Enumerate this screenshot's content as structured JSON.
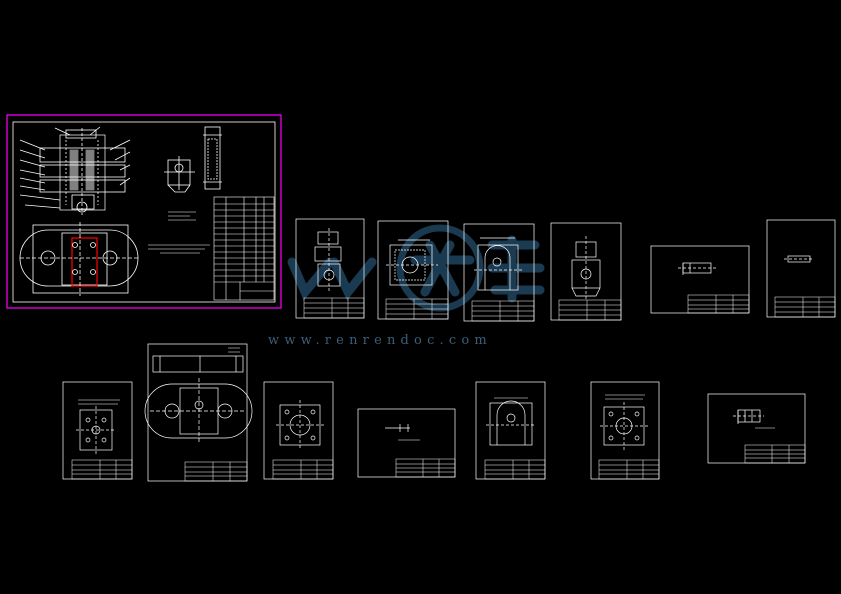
{
  "watermark": {
    "text": "www.renrendoc.com",
    "color": "#3a5f7a"
  },
  "colors": {
    "background": "#000000",
    "line": "#ffffff",
    "selection": "#ff00ff",
    "highlight": "#ff0000"
  },
  "sheets": [
    {
      "id": "assembly-drawing",
      "selected": true
    },
    {
      "id": "part-drawing-1"
    },
    {
      "id": "part-drawing-2"
    },
    {
      "id": "part-drawing-3"
    },
    {
      "id": "part-drawing-4"
    },
    {
      "id": "part-drawing-5"
    },
    {
      "id": "part-drawing-6"
    },
    {
      "id": "part-drawing-7"
    },
    {
      "id": "part-drawing-8"
    },
    {
      "id": "part-drawing-9"
    },
    {
      "id": "part-drawing-10"
    },
    {
      "id": "part-drawing-11"
    },
    {
      "id": "part-drawing-12"
    },
    {
      "id": "part-drawing-13"
    }
  ]
}
